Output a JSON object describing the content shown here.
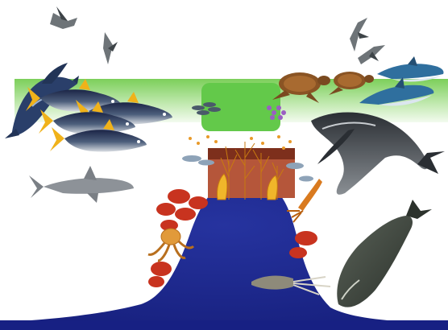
{
  "scene": {
    "illustration": "seamount-ecosystem",
    "colors": {
      "background": "#ffffff",
      "surface_band": "#7ccf5a",
      "surface_band_fade": "#f3fbef",
      "plankton_patch": "#63c94a",
      "seamount": "#1f2a96",
      "seamount_shadow": "#151e78",
      "seafloor": "#172083",
      "reef_cap": "#b5563a",
      "tuna_body": "#1e2a4f",
      "tuna_fin": "#f0b21a",
      "whale": "#3a3f45",
      "dolphin": "#2f6f9e",
      "turtle": "#8a5424",
      "shark": "#8d9298",
      "orange_roughy": "#c8331f",
      "octopus": "#e19a3a",
      "squid": "#d97a1f"
    },
    "organisms": [
      "seabird",
      "marlin",
      "tuna",
      "small-fish",
      "plankton",
      "sea-turtle",
      "dolphin",
      "humpback-whale",
      "shark",
      "orange-roughy",
      "octopus",
      "squid",
      "sperm-whale",
      "deep-sea-corals"
    ]
  }
}
